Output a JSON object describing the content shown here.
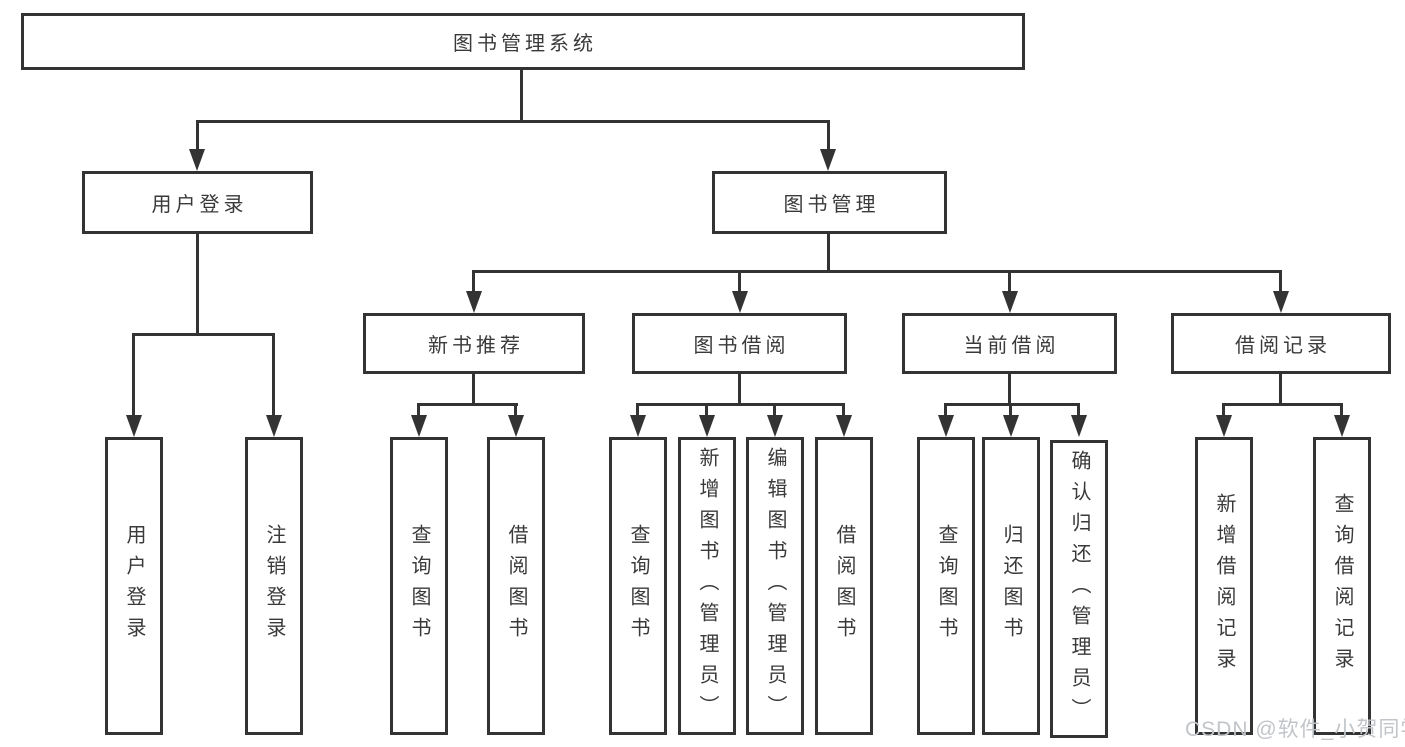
{
  "diagram": {
    "level1": {
      "label": "图书管理系统"
    },
    "level2": [
      {
        "label": "用户登录"
      },
      {
        "label": "图书管理"
      }
    ],
    "level3": [
      {
        "label": "新书推荐"
      },
      {
        "label": "图书借阅"
      },
      {
        "label": "当前借阅"
      },
      {
        "label": "借阅记录"
      }
    ],
    "leaves": {
      "userLogin": [
        {
          "label": "用户登录"
        },
        {
          "label": "注销登录"
        }
      ],
      "newBooks": [
        {
          "label": "查询图书"
        },
        {
          "label": "借阅图书"
        }
      ],
      "bookBorrow": [
        {
          "label": "查询图书"
        },
        {
          "label": "新增图书（管理员）"
        },
        {
          "label": "编辑图书（管理员）"
        },
        {
          "label": "借阅图书"
        }
      ],
      "currentBorrow": [
        {
          "label": "查询图书"
        },
        {
          "label": "归还图书"
        },
        {
          "label": "确认归还（管理员）"
        }
      ],
      "borrowRecords": [
        {
          "label": "新增借阅记录"
        },
        {
          "label": "查询借阅记录"
        }
      ]
    }
  },
  "watermark": {
    "text": "CSDN @软件_小贺同学"
  },
  "colors": {
    "line": "#333333",
    "text": "#3a3a3a",
    "background": "#ffffff",
    "watermark": "#c1c5c9"
  }
}
